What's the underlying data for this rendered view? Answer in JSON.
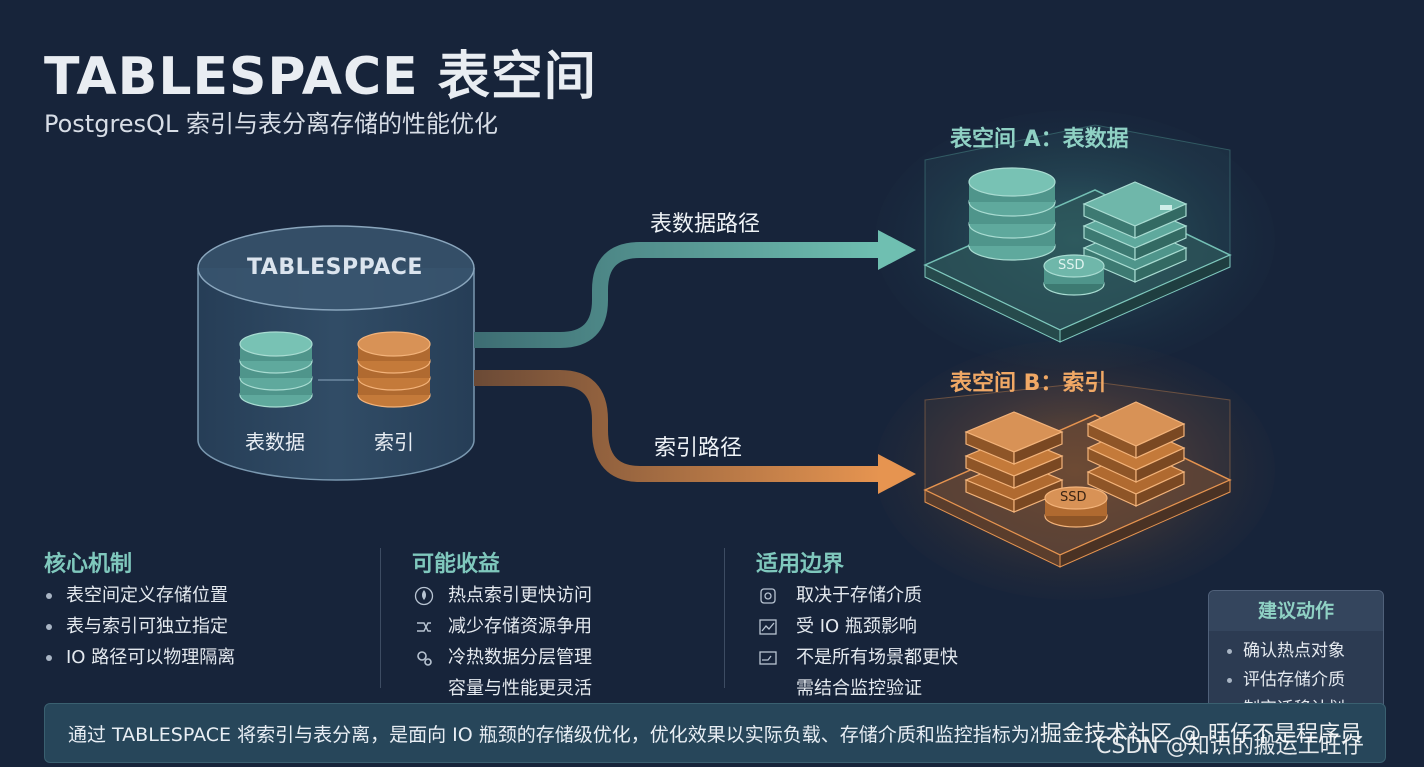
{
  "header": {
    "title": "TABLESPACE 表空间",
    "subtitle": "PostgresQL 索引与表分离存储的性能优化"
  },
  "diagram": {
    "source_cylinder": {
      "title": "TABLESPPACE",
      "left_label": "表数据",
      "right_label": "索引"
    },
    "paths": {
      "table_path": "表数据路径",
      "index_path": "索引路径"
    },
    "tablespace_a": {
      "label": "表空间 A：表数据",
      "ssd": "SSD"
    },
    "tablespace_b": {
      "label": "表空间 B：索引",
      "ssd": "SSD"
    },
    "colors": {
      "teal": "#5fb3a6",
      "orange": "#e0904a",
      "background": "#17243a"
    }
  },
  "sections": {
    "core": {
      "heading": "核心机制",
      "items": [
        "表空间定义存储位置",
        "表与索引可独立指定",
        "IO 路径可以物理隔离"
      ]
    },
    "benefits": {
      "heading": "可能收益",
      "items": [
        "热点索引更快访问",
        "减少存储资源争用",
        "冷热数据分层管理",
        "容量与性能更灵活"
      ],
      "icons": [
        "drop-icon",
        "shuffle-icon",
        "gears-icon"
      ]
    },
    "limits": {
      "heading": "适用边界",
      "items": [
        "取决于存储介质",
        "受 IO 瓶颈影响",
        "不是所有场景都更快",
        "需结合监控验证"
      ],
      "icons": [
        "disk-icon",
        "chart-icon",
        "gauge-icon"
      ]
    },
    "actions": {
      "heading": "建议动作",
      "items": [
        "确认热点对象",
        "评估存储介质",
        "制定迁移计划"
      ]
    }
  },
  "footer": {
    "text": "通过 TABLESPACE 将索引与表分离，是面向 IO 瓶颈的存储级优化，优化效果以实际负载、存储介质和监控指标为准。"
  },
  "watermark": {
    "line1": "掘金技术社区 @ 旺仔不是程序员",
    "line2": "CSDN @知识的搬运工旺仔"
  }
}
